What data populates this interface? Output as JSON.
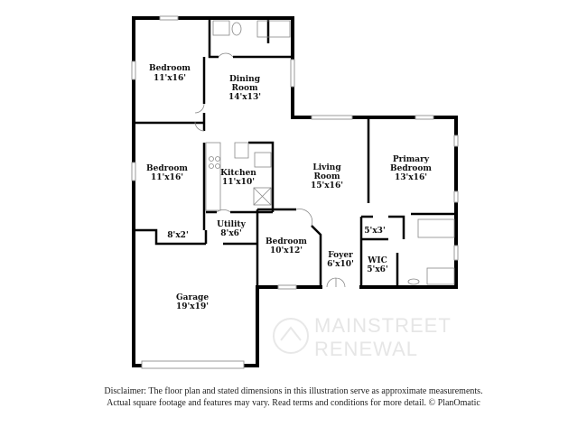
{
  "rooms": [
    {
      "name": "Bedroom",
      "size": "11'x16'"
    },
    {
      "name": "Dining Room",
      "line1": "Dining",
      "line2": "Room",
      "size": "14'x13'"
    },
    {
      "name": "Bedroom",
      "size": "11'x16'"
    },
    {
      "name": "Kitchen",
      "size": "11'x10'"
    },
    {
      "name": "Living Room",
      "line1": "Living",
      "line2": "Room",
      "size": "15'x16'"
    },
    {
      "name": "Primary Bedroom",
      "line1": "Primary",
      "line2": "Bedroom",
      "size": "13'x16'"
    },
    {
      "name": "Utility",
      "size": "8'x6'"
    },
    {
      "name": "Bedroom",
      "size": "10'x12'"
    },
    {
      "name": "Foyer",
      "size": "6'x10'"
    },
    {
      "name": "WIC",
      "size": "5'x6'"
    },
    {
      "name": "Garage",
      "size": "19'x19'"
    }
  ],
  "closets": [
    {
      "size": "8'x2'"
    },
    {
      "size": "5'x3'"
    }
  ],
  "watermark": {
    "line1": "MAINSTREET",
    "line2": "RENEWAL"
  },
  "disclaimer": {
    "line1": "Disclaimer: The floor plan and stated dimensions in this illustration serve as approximate measurements.",
    "line2": "Actual square footage and features may vary. Read terms and conditions for more detail. © PlanOmatic"
  }
}
